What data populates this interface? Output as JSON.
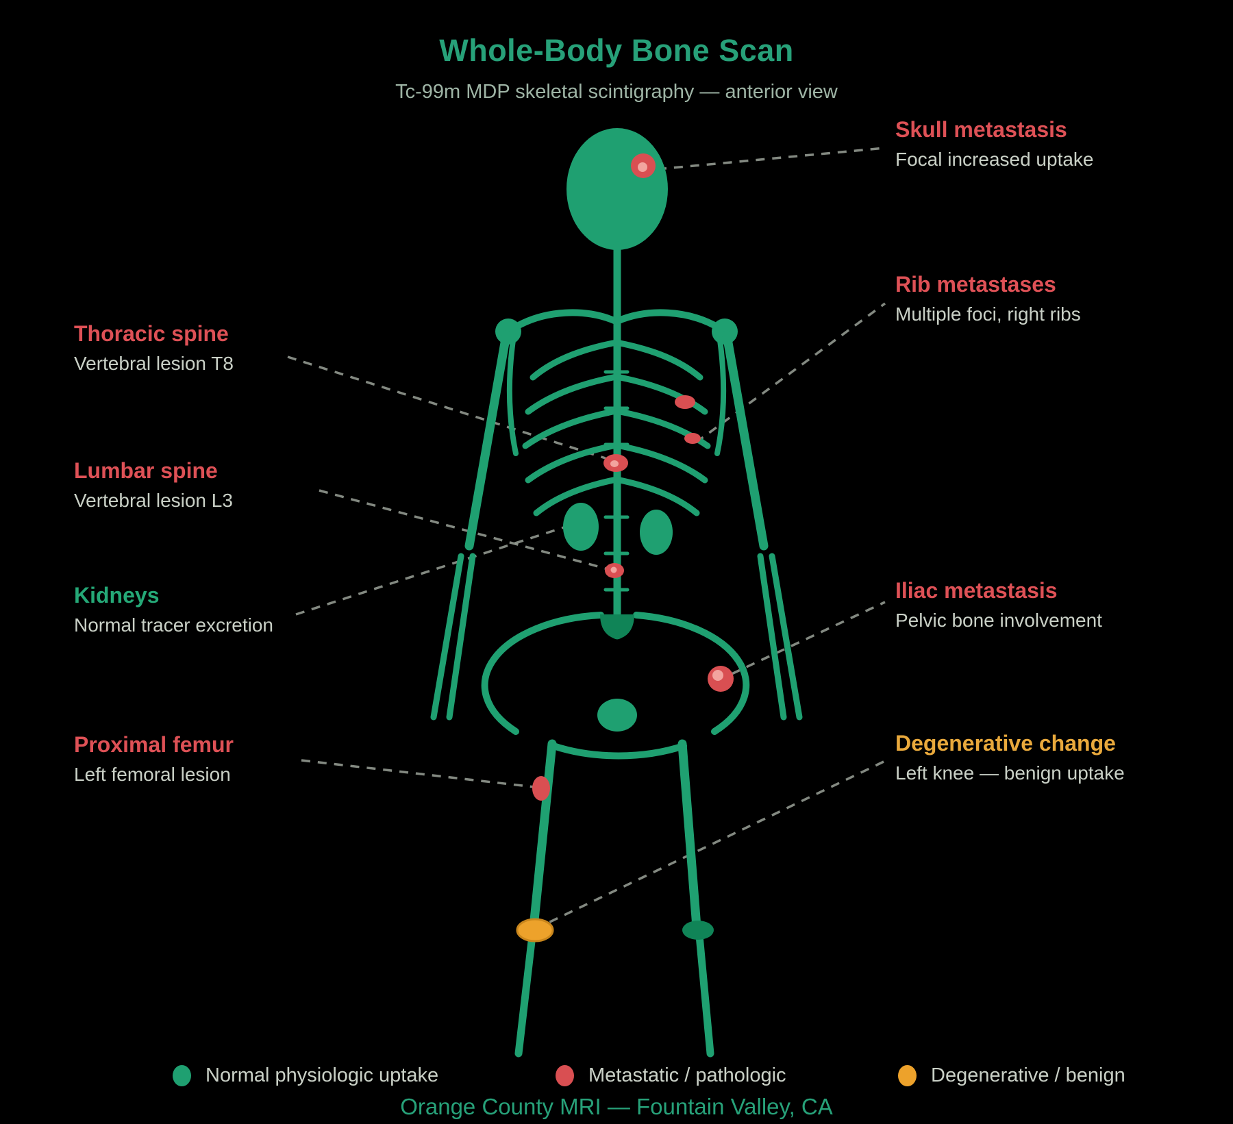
{
  "title": "Whole-Body Bone Scan",
  "subtitle": "Tc-99m MDP skeletal scintigraphy — anterior view",
  "annotations": {
    "left": [
      {
        "heading": "Thoracic spine",
        "subtext": "Vertebral lesion T8",
        "tone": "red"
      },
      {
        "heading": "Lumbar spine",
        "subtext": "Vertebral lesion L3",
        "tone": "red"
      },
      {
        "heading": "Kidneys",
        "subtext": "Normal tracer excretion",
        "tone": "green"
      },
      {
        "heading": "Proximal femur",
        "subtext": "Left femoral lesion",
        "tone": "red"
      }
    ],
    "right": [
      {
        "heading": "Skull metastasis",
        "subtext": "Focal increased uptake",
        "tone": "red"
      },
      {
        "heading": "Rib metastases",
        "subtext": "Multiple foci, right ribs",
        "tone": "red"
      },
      {
        "heading": "Iliac metastasis",
        "subtext": "Pelvic bone involvement",
        "tone": "red"
      },
      {
        "heading": "Degenerative change",
        "subtext": "Left knee — benign uptake",
        "tone": "orange"
      }
    ]
  },
  "lesions": [
    {
      "id": "skull-lesion",
      "type": "metastatic"
    },
    {
      "id": "rib-lesion-upper",
      "type": "metastatic"
    },
    {
      "id": "rib-lesion-lower",
      "type": "metastatic"
    },
    {
      "id": "t8-vertebral-lesion",
      "type": "metastatic"
    },
    {
      "id": "l3-vertebral-lesion",
      "type": "metastatic"
    },
    {
      "id": "iliac-lesion",
      "type": "metastatic"
    },
    {
      "id": "femoral-lesion",
      "type": "metastatic"
    },
    {
      "id": "left-knee-uptake",
      "type": "degenerative"
    }
  ],
  "legend": [
    {
      "label": "Normal physiologic uptake",
      "color": "#1FA071"
    },
    {
      "label": "Metastatic / pathologic",
      "color": "#D94F52"
    },
    {
      "label": "Degenerative / benign",
      "color": "#EDA22B"
    }
  ],
  "footer": "Orange County MRI — Fountain Valley, CA",
  "colors": {
    "background": "#000000",
    "bone": "#1FA071",
    "bone_dark": "#108457",
    "lesion": "#D94F52",
    "lesion_highlight": "#F2A49F",
    "degenerative": "#EDA22B",
    "degenerative_dark": "#C9861C",
    "heading_red": "#DE5156",
    "heading_green": "#25A877",
    "heading_orange": "#E9A93C",
    "subtext_gray": "#C9D0C6",
    "subtitle_gray": "#9EB4A5",
    "brand_teal": "#27A179",
    "leader_gray": "#91988F"
  }
}
